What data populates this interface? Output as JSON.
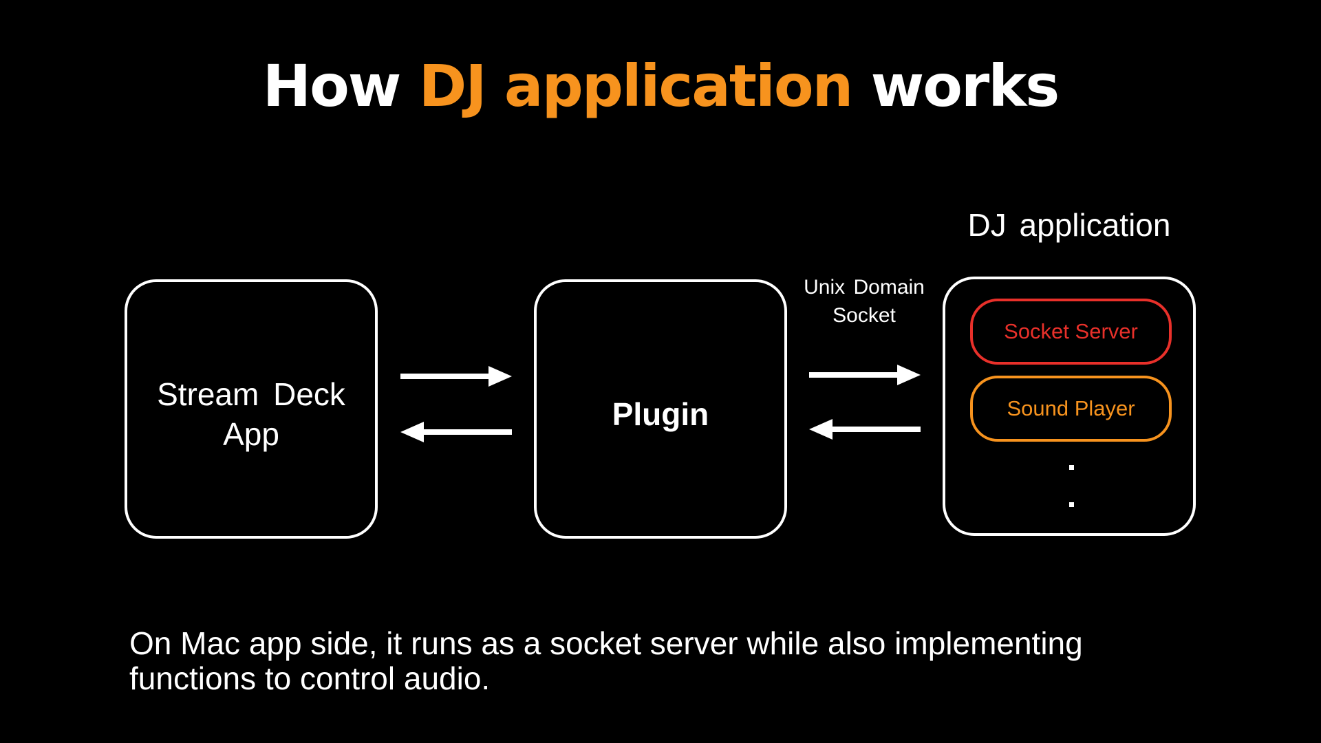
{
  "title": {
    "word_how": "How",
    "word_dj_application": "DJ application",
    "word_works": "works",
    "accent_color": "#f7931e"
  },
  "diagram": {
    "stream_deck": {
      "line1": "Stream Deck",
      "line2": "App"
    },
    "plugin": {
      "label": "Plugin"
    },
    "connection": {
      "line1": "Unix Domain",
      "line2": "Socket"
    },
    "dj_application": {
      "title": "DJ application",
      "components": [
        {
          "label": "Socket Server",
          "color": "#e8302a"
        },
        {
          "label": "Sound Player",
          "color": "#f7931e"
        }
      ],
      "more_indicator": "vertical-ellipsis"
    },
    "arrows": [
      {
        "from": "Stream Deck App",
        "to": "Plugin"
      },
      {
        "from": "Plugin",
        "to": "Stream Deck App"
      },
      {
        "from": "Plugin",
        "to": "DJ application"
      },
      {
        "from": "DJ application",
        "to": "Plugin"
      }
    ]
  },
  "caption": {
    "line1": "On Mac app side, it runs as a socket server while also implementing",
    "line2": "functions to control audio."
  }
}
